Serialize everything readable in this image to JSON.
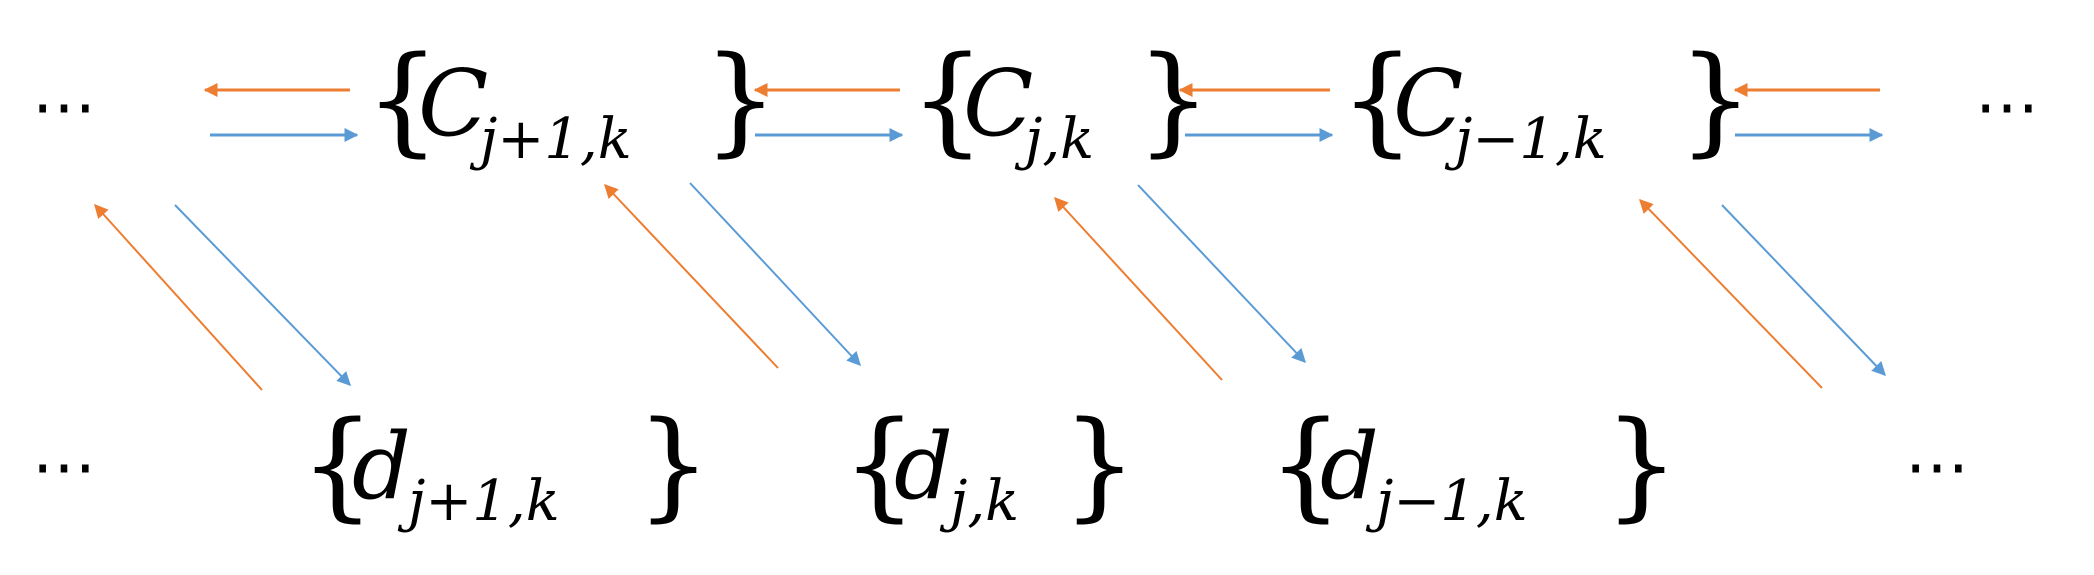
{
  "colors": {
    "forward": "#5b9bd5",
    "backward": "#ed7d31",
    "text": "#000000"
  },
  "ellipsis": "⋯",
  "approx_nodes": [
    {
      "symbol": "C",
      "subscript": "j+1,k"
    },
    {
      "symbol": "C",
      "subscript": "j,k"
    },
    {
      "symbol": "C",
      "subscript": "j−1,k"
    }
  ],
  "detail_nodes": [
    {
      "symbol": "d",
      "subscript": "j+1,k"
    },
    {
      "symbol": "d",
      "subscript": "j,k"
    },
    {
      "symbol": "d",
      "subscript": "j−1,k"
    }
  ],
  "arrows": {
    "forward_icon": "blue-arrow-icon",
    "backward_icon": "orange-arrow-icon"
  }
}
